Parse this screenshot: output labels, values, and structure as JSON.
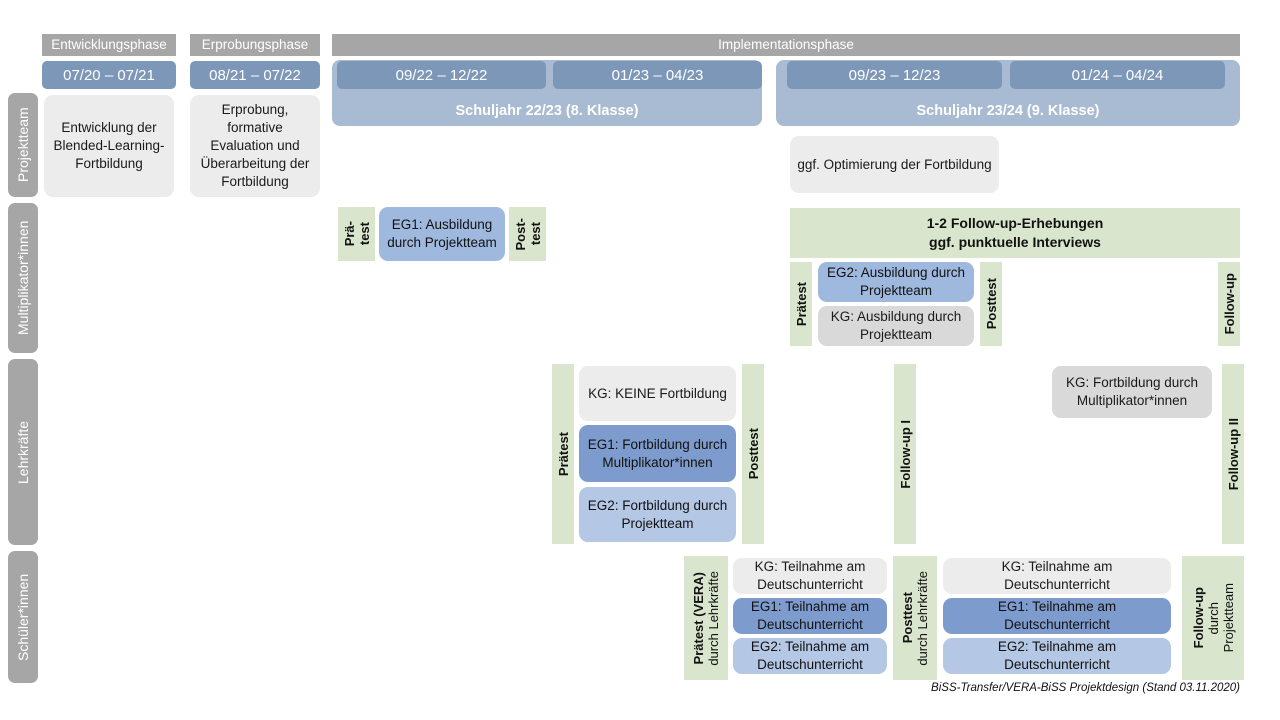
{
  "diagram": {
    "footer_note": "BiSS-Transfer/VERA-BiSS Projektdesign (Stand 03.11.2020)"
  },
  "phases": [
    {
      "label": "Entwicklungsphase"
    },
    {
      "label": "Erprobungsphase"
    },
    {
      "label": "Implementationsphase"
    }
  ],
  "periods": [
    {
      "label": "07/20 – 07/21"
    },
    {
      "label": "08/21 – 07/22"
    },
    {
      "label": "09/22 – 12/22"
    },
    {
      "label": "01/23 – 04/23"
    },
    {
      "label": "09/23 – 12/23"
    },
    {
      "label": "01/24 – 04/24"
    }
  ],
  "school_years": [
    {
      "label": "Schuljahr 22/23 (8. Klasse)"
    },
    {
      "label": "Schuljahr 23/24 (9. Klasse)"
    }
  ],
  "actors": [
    {
      "label": "Projektteam"
    },
    {
      "label": "Multiplikator*innen"
    },
    {
      "label": "Lehrkräfte"
    },
    {
      "label": "Schüler*innen"
    }
  ],
  "projektteam": {
    "box_entwicklung": "Entwicklung der Blended-Learning-Fortbildung",
    "box_erprobung": "Erprobung, formative Evaluation und Überarbeitung der Fortbildung",
    "box_optimierung": "ggf. Optimierung der Fortbildung"
  },
  "multiplikatoren": {
    "praetest_1_line1": "Prä-",
    "praetest_1_line2": "test",
    "eg1_box": "EG1: Ausbildung durch Projektteam",
    "posttest_1_line1": "Post-",
    "posttest_1_line2": "test",
    "followup_banner_line1": "1-2 Follow-up-Erhebungen",
    "followup_banner_line2": "ggf. punktuelle Interviews",
    "praetest_2": "Prätest",
    "eg2_box": "EG2: Ausbildung durch Projektteam",
    "kg_box": "KG: Ausbildung durch Projektteam",
    "posttest_2": "Posttest",
    "followup": "Follow-up"
  },
  "lehrkraefte": {
    "praetest": "Prätest",
    "kg_box": "KG:  KEINE Fortbildung",
    "eg1_box": "EG1: Fortbildung durch Multiplikator*innen",
    "eg2_box": "EG2: Fortbildung durch Projektteam",
    "posttest": "Posttest",
    "followup_1": "Follow-up I",
    "kg_box_2": "KG: Fortbildung durch Multiplikator*innen",
    "followup_2": "Follow-up II"
  },
  "schuelerinnen": {
    "praetest_bold": "Prätest (VERA)",
    "praetest_thin": "durch Lehrkräfte",
    "kg_box_1": "KG: Teilnahme am Deutschunterricht",
    "eg1_box_1": "EG1: Teilnahme am Deutschunterricht",
    "eg2_box_1": "EG2: Teilnahme am Deutschunterricht",
    "posttest_bold": "Posttest",
    "posttest_thin": "durch Lehrkräfte",
    "kg_box_2": "KG: Teilnahme am Deutschunterricht",
    "eg1_box_2": "EG1: Teilnahme am Deutschunterricht",
    "eg2_box_2": "EG2: Teilnahme am Deutschunterricht",
    "followup_bold": "Follow-up",
    "followup_thin_1": "durch",
    "followup_thin_2": "Projektteam"
  }
}
